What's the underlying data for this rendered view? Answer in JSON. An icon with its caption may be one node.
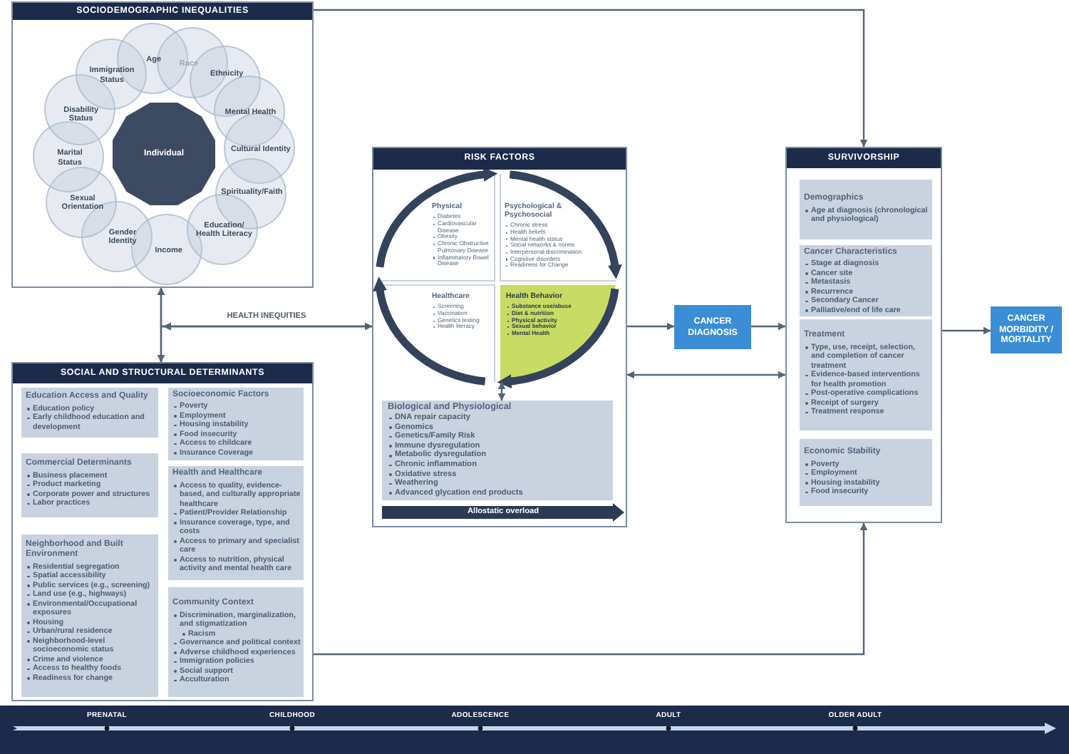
{
  "diagram": {
    "nodes": [
      {
        "text": [
          "SOCIODEMOGRAPHIC INEQUALITIES"
        ]
      },
      {
        "text": [
          "Individual"
        ],
        "in": 0
      },
      {
        "text": [
          "Age"
        ],
        "in": 0
      },
      {
        "text": [
          "Race"
        ],
        "in": 0
      },
      {
        "text": [
          "Ethnicity"
        ],
        "in": 0
      },
      {
        "text": [
          "Mental Health"
        ],
        "in": 0
      },
      {
        "text": [
          "Cultural Identity"
        ],
        "in": 0
      },
      {
        "text": [
          "Spirituality/Faith"
        ],
        "in": 0
      },
      {
        "text": [
          "Education/ Health Literacy"
        ],
        "in": 0
      },
      {
        "text": [
          "Income"
        ],
        "in": 0
      },
      {
        "text": [
          "Gender Identity"
        ],
        "in": 0
      },
      {
        "text": [
          "Sexual Orientation"
        ],
        "in": 0
      },
      {
        "text": [
          "Marital Status"
        ],
        "in": 0
      },
      {
        "text": [
          "Disability Status"
        ],
        "in": 0
      },
      {
        "text": [
          "Immigration Status"
        ],
        "in": 0
      },
      {
        "text": [
          "RISK FACTORS"
        ]
      },
      {
        "text": [
          "Physical",
          "Diabetes",
          "Cardiovascular Disease",
          "Obesity",
          "Chronic Obstructive Pulmonary Disease",
          "Inflammatory Bowel Disease"
        ],
        "in": 15
      },
      {
        "text": [
          "Psychological & Psychosocial",
          "Chronic stress",
          "Health beliefs",
          "Mental health status",
          "Social networks & norms",
          "Interpersonal discrimination",
          "Cognitive disorders",
          "Readiness for Change"
        ],
        "in": 15
      },
      {
        "text": [
          "Healthcare",
          "Screening",
          "Vaccination",
          "Genetics testing",
          "Health literacy"
        ],
        "in": 15
      },
      {
        "text": [
          "Health Behavior",
          "Substance use/abuse",
          "Diet & nutrition",
          "Physical activity",
          "Sexual behavior",
          "Mental Health"
        ],
        "in": 15
      },
      {
        "text": [
          "Biological and Physiological",
          "DNA repair capacity",
          "Genomics",
          "Genetics/Family Risk",
          "Immune dysregulation",
          "Metabolic dysregulation",
          "Chronic inflammation",
          "Oxidative stress",
          "Weathering",
          "Advanced glycation end products"
        ],
        "in": 15
      },
      {
        "text": [
          "Allostatic overload"
        ],
        "in": 15
      },
      {
        "text": [
          "CANCER DIAGNOSIS"
        ]
      },
      {
        "text": [
          "SURVIVORSHIP"
        ]
      },
      {
        "text": [
          "Demographics",
          "Age at diagnosis (chronological and physiological)"
        ],
        "in": 23
      },
      {
        "text": [
          "Cancer Characteristics",
          "Stage at diagnosis",
          "Cancer site",
          "Metastasis",
          "Recurrence",
          "Secondary Cancer",
          "Palliative/end of life care"
        ],
        "in": 23
      },
      {
        "text": [
          "Treatment",
          "Type, use, receipt, selection, and completion of cancer treatment",
          "Evidence-based interventions for health promotion",
          "Post-operative complications",
          "Receipt of surgery",
          "Treatment response"
        ],
        "in": 23
      },
      {
        "text": [
          "Economic Stability",
          "Poverty",
          "Employment",
          "Housing instability",
          "Food insecurity"
        ],
        "in": 23
      },
      {
        "text": [
          "CANCER MORBIDITY / MORTALITY"
        ]
      },
      {
        "text": [
          "SOCIAL AND STRUCTURAL DETERMINANTS"
        ]
      },
      {
        "text": [
          "Education Access and Quality",
          "Education policy",
          "Early childhood education and development"
        ],
        "in": 29
      },
      {
        "text": [
          "Commercial Determinants",
          "Business placement",
          "Product marketing",
          "Corporate power and structures",
          "Labor practices"
        ],
        "in": 29
      },
      {
        "text": [
          "Neighborhood and Built Environment",
          "Residential segregation",
          "Spatial accessibility",
          "Public services (e.g., screening)",
          "Land use (e.g., highways)",
          "Environmental/Occupational exposures",
          "Housing",
          "Urban/rural residence",
          "Neighborhood-level socioeconomic status",
          "Crime and violence",
          "Access to healthy foods",
          "Readiness for change"
        ],
        "in": 29
      },
      {
        "text": [
          "Socioeconomic Factors",
          "Poverty",
          "Employment",
          "Housing instability",
          "Food insecurity",
          "Access to childcare",
          "Insurance Coverage"
        ],
        "in": 29
      },
      {
        "text": [
          "Health and Healthcare",
          "Access to quality, evidence-based, and culturally appropriate healthcare",
          "Patient/Provider Relationship",
          "Insurance coverage, type, and costs",
          "Access to primary and specialist care",
          "Access to nutrition, physical activity and mental health care"
        ],
        "in": 29
      },
      {
        "text": [
          "Community Context",
          "Discrimination, marginalization, and stigmatization",
          "Racism",
          "Governance and political context",
          "Adverse childhood experiences",
          "Immigration policies",
          "Social support",
          "Acculturation"
        ],
        "in": 29
      }
    ],
    "edges": [
      {
        "from": 0,
        "to": 23,
        "arrow": "to"
      },
      {
        "from": 0,
        "to": 29,
        "arrow": "both"
      },
      {
        "from": 0,
        "to": 15,
        "arrow": "both",
        "label": "HEALTH INEQUITIES"
      },
      {
        "from": 29,
        "to": 15,
        "arrow": "both"
      },
      {
        "from": 15,
        "to": 22,
        "arrow": "to"
      },
      {
        "from": 22,
        "to": 23,
        "arrow": "to"
      },
      {
        "from": 15,
        "to": 23,
        "arrow": "both"
      },
      {
        "from": 23,
        "to": 28,
        "arrow": "to"
      },
      {
        "from": 29,
        "to": 23,
        "arrow": "to"
      },
      {
        "from": 16,
        "to": 17,
        "arrow": "to",
        "style": "thick"
      },
      {
        "from": 17,
        "to": 19,
        "arrow": "to",
        "style": "thick"
      },
      {
        "from": 19,
        "to": 18,
        "arrow": "to",
        "style": "thick"
      },
      {
        "from": 18,
        "to": 16,
        "arrow": "to",
        "style": "thick"
      },
      {
        "from": 19,
        "to": 20,
        "arrow": "both"
      }
    ],
    "labels": [
      "PRENATAL",
      "CHILDHOOD",
      "ADOLESCENCE",
      "ADULT",
      "OLDER ADULT"
    ]
  }
}
